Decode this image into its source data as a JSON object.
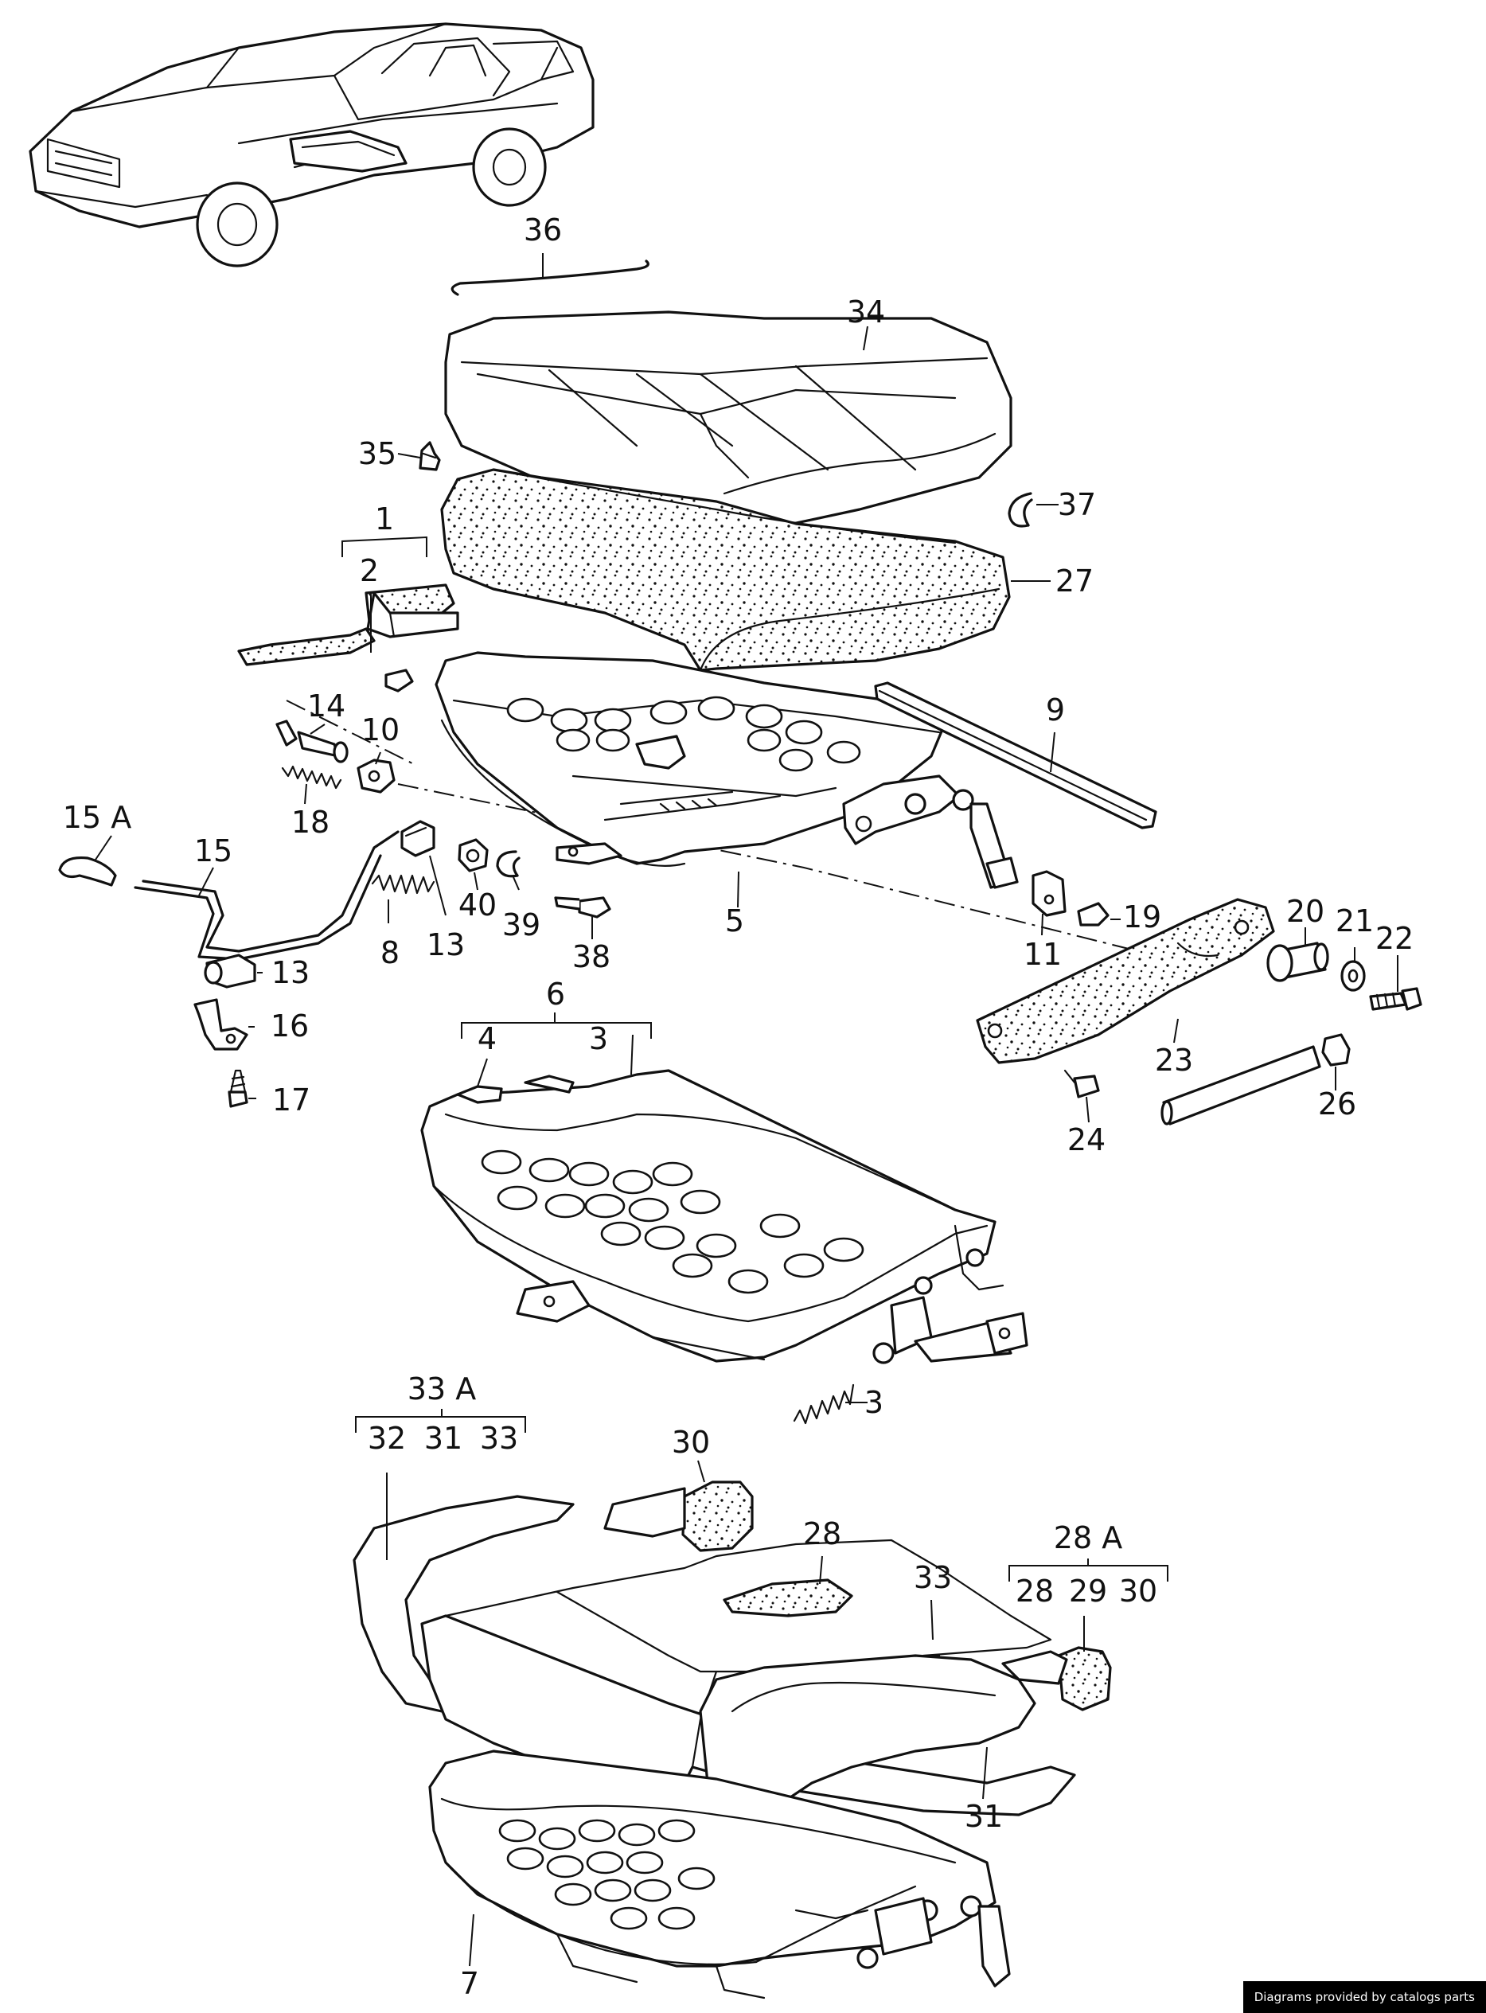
{
  "labels": [
    {
      "id": "36",
      "text": "36"
    },
    {
      "id": "34",
      "text": "34"
    },
    {
      "id": "35",
      "text": "35"
    },
    {
      "id": "37",
      "text": "37"
    },
    {
      "id": "1",
      "text": "1"
    },
    {
      "id": "2",
      "text": "2"
    },
    {
      "id": "27",
      "text": "27"
    },
    {
      "id": "14",
      "text": "14"
    },
    {
      "id": "10",
      "text": "10"
    },
    {
      "id": "9",
      "text": "9"
    },
    {
      "id": "18",
      "text": "18"
    },
    {
      "id": "15A",
      "text": "15 A"
    },
    {
      "id": "15",
      "text": "15"
    },
    {
      "id": "40",
      "text": "40"
    },
    {
      "id": "39",
      "text": "39"
    },
    {
      "id": "5",
      "text": "5"
    },
    {
      "id": "8",
      "text": "8"
    },
    {
      "id": "13a",
      "text": "13"
    },
    {
      "id": "13b",
      "text": "13"
    },
    {
      "id": "38",
      "text": "38"
    },
    {
      "id": "11",
      "text": "11"
    },
    {
      "id": "19",
      "text": "19"
    },
    {
      "id": "20",
      "text": "20"
    },
    {
      "id": "21",
      "text": "21"
    },
    {
      "id": "22",
      "text": "22"
    },
    {
      "id": "16",
      "text": "16"
    },
    {
      "id": "17",
      "text": "17"
    },
    {
      "id": "6",
      "text": "6"
    },
    {
      "id": "4",
      "text": "4"
    },
    {
      "id": "3a",
      "text": "3"
    },
    {
      "id": "23",
      "text": "23"
    },
    {
      "id": "24",
      "text": "24"
    },
    {
      "id": "26",
      "text": "26"
    },
    {
      "id": "3b",
      "text": "3"
    },
    {
      "id": "33A",
      "text": "33 A"
    },
    {
      "id": "32",
      "text": "32"
    },
    {
      "id": "31a",
      "text": "31"
    },
    {
      "id": "33a",
      "text": "33"
    },
    {
      "id": "30a",
      "text": "30"
    },
    {
      "id": "28a",
      "text": "28"
    },
    {
      "id": "33b",
      "text": "33"
    },
    {
      "id": "28A",
      "text": "28 A"
    },
    {
      "id": "28b",
      "text": "28"
    },
    {
      "id": "29",
      "text": "29"
    },
    {
      "id": "30b",
      "text": "30"
    },
    {
      "id": "31b",
      "text": "31"
    },
    {
      "id": "7",
      "text": "7"
    }
  ],
  "credit": "Diagrams provided by catalogs parts"
}
